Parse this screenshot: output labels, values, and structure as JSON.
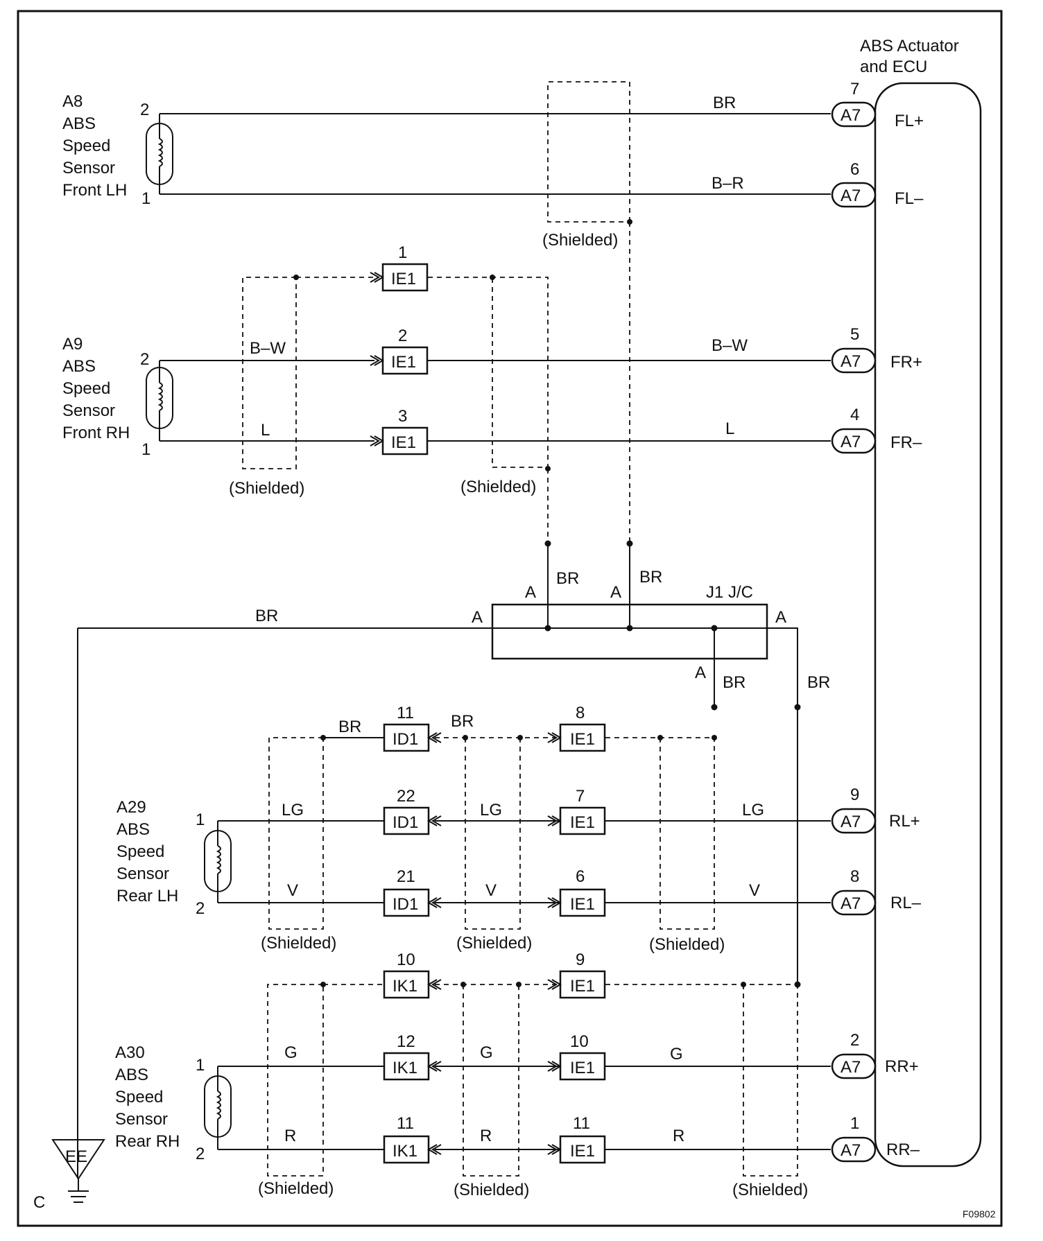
{
  "ecu": {
    "title_line1": "ABS Actuator",
    "title_line2": "and ECU"
  },
  "sensors": {
    "fl": {
      "id": "A8",
      "l1": "ABS",
      "l2": "Speed",
      "l3": "Sensor",
      "l4": "Front LH",
      "pin_top": "2",
      "pin_bot": "1"
    },
    "fr": {
      "id": "A9",
      "l1": "ABS",
      "l2": "Speed",
      "l3": "Sensor",
      "l4": "Front RH",
      "pin_top": "2",
      "pin_bot": "1"
    },
    "rl": {
      "id": "A29",
      "l1": "ABS",
      "l2": "Speed",
      "l3": "Sensor",
      "l4": "Rear LH",
      "pin_top": "1",
      "pin_bot": "2"
    },
    "rr": {
      "id": "A30",
      "l1": "ABS",
      "l2": "Speed",
      "l3": "Sensor",
      "l4": "Rear RH",
      "pin_top": "1",
      "pin_bot": "2"
    }
  },
  "ecu_pins": {
    "fl_plus": {
      "conn": "A7",
      "pin": "7",
      "signal": "FL+"
    },
    "fl_minus": {
      "conn": "A7",
      "pin": "6",
      "signal": "FL–"
    },
    "fr_plus": {
      "conn": "A7",
      "pin": "5",
      "signal": "FR+"
    },
    "fr_minus": {
      "conn": "A7",
      "pin": "4",
      "signal": "FR–"
    },
    "rl_plus": {
      "conn": "A7",
      "pin": "9",
      "signal": "RL+"
    },
    "rl_minus": {
      "conn": "A7",
      "pin": "8",
      "signal": "RL–"
    },
    "rr_plus": {
      "conn": "A7",
      "pin": "2",
      "signal": "RR+"
    },
    "rr_minus": {
      "conn": "A7",
      "pin": "1",
      "signal": "RR–"
    }
  },
  "wires": {
    "fl_plus": "BR",
    "fl_minus": "B–R",
    "fr_plus_left": "B–W",
    "fr_plus_right": "B–W",
    "fr_minus_left": "L",
    "fr_minus_right": "L",
    "rl_plus_a": "LG",
    "rl_plus_b": "LG",
    "rl_plus_c": "LG",
    "rl_minus_a": "V",
    "rl_minus_b": "V",
    "rl_minus_c": "V",
    "rr_plus_a": "G",
    "rr_plus_b": "G",
    "rr_plus_c": "G",
    "rr_minus_a": "R",
    "rr_minus_b": "R",
    "rr_minus_c": "R",
    "ground_br": "BR",
    "jc_br_1": "BR",
    "jc_br_2": "BR",
    "jc_br_3": "BR",
    "jc_br_4": "BR",
    "shield_rl_a": "BR",
    "shield_rl_b": "BR"
  },
  "connectors": {
    "ie1_1": {
      "name": "IE1",
      "pin": "1"
    },
    "ie1_2": {
      "name": "IE1",
      "pin": "2"
    },
    "ie1_3": {
      "name": "IE1",
      "pin": "3"
    },
    "id1_11": {
      "name": "ID1",
      "pin": "11"
    },
    "id1_22": {
      "name": "ID1",
      "pin": "22"
    },
    "id1_21": {
      "name": "ID1",
      "pin": "21"
    },
    "ie1_8": {
      "name": "IE1",
      "pin": "8"
    },
    "ie1_7": {
      "name": "IE1",
      "pin": "7"
    },
    "ie1_6": {
      "name": "IE1",
      "pin": "6"
    },
    "ik1_10": {
      "name": "IK1",
      "pin": "10"
    },
    "ik1_12": {
      "name": "IK1",
      "pin": "12"
    },
    "ik1_11": {
      "name": "IK1",
      "pin": "11"
    },
    "ie1_9": {
      "name": "IE1",
      "pin": "9"
    },
    "ie1_10": {
      "name": "IE1",
      "pin": "10"
    },
    "ie1_11": {
      "name": "IE1",
      "pin": "11"
    }
  },
  "junction": {
    "name": "J1 J/C",
    "pin_a": "A"
  },
  "shielded": "(Shielded)",
  "ground": {
    "name": "EE",
    "location": "C"
  },
  "figure_code": "F09802"
}
